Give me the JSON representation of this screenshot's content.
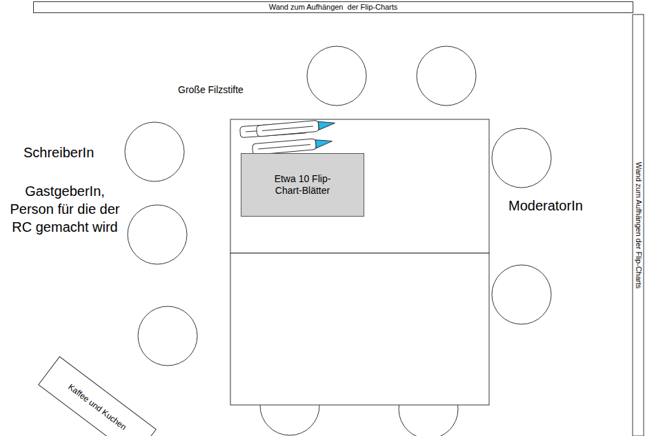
{
  "diagram": {
    "nodes": [
      {
        "text": [
          "Wand zum Aufhängen  der Flip-Charts"
        ]
      },
      {
        "text": [
          "Wand zum Aufhängen der Flip-Charts"
        ]
      },
      {
        "text": [
          "Etwa 10 Flip-Chart-Blätter"
        ]
      },
      {
        "text": [
          "Kaffee und Kuchen"
        ]
      }
    ],
    "labels": [
      "Große Filzstifte",
      "SchreiberIn",
      "GastgeberIn, Person für die der RC gemacht wird",
      "ModeratorIn"
    ]
  }
}
